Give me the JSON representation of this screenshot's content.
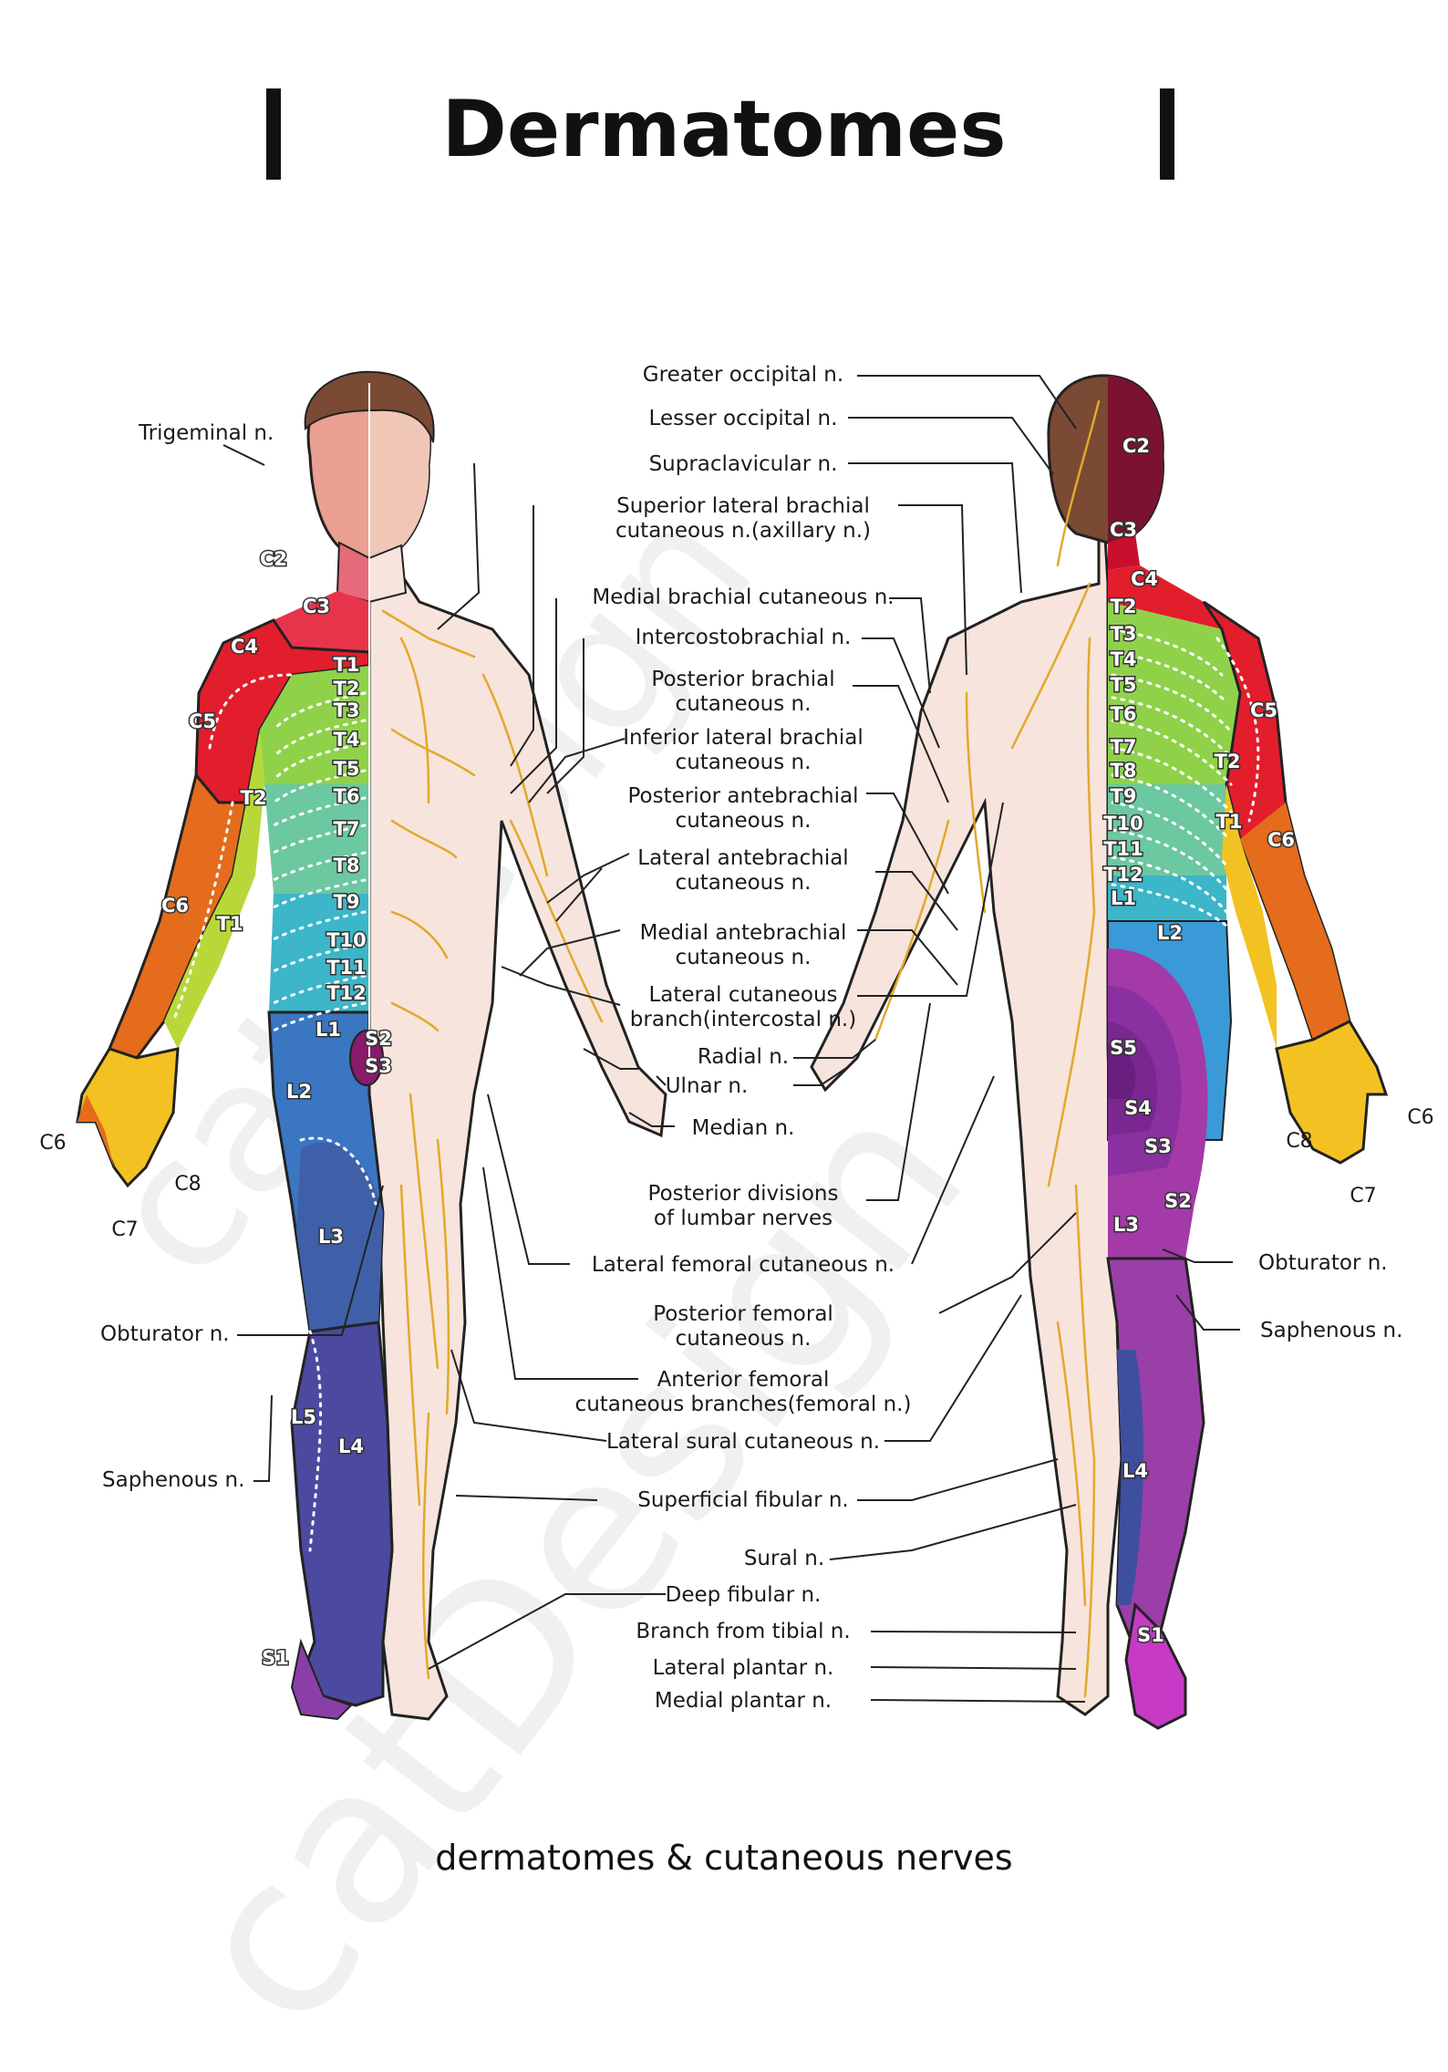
{
  "title": "Dermatomes",
  "subtitle": "dermatomes & cutaneous nerves",
  "watermark": "catDesign",
  "colors": {
    "skin": "#f7e4dc",
    "nerve": "#e2a82c",
    "outline": "#222222"
  },
  "center_labels": [
    {
      "id": "greater-occipital",
      "lines": [
        "Greater occipital n."
      ]
    },
    {
      "id": "lesser-occipital",
      "lines": [
        "Lesser occipital n."
      ]
    },
    {
      "id": "supraclavicular",
      "lines": [
        "Supraclavicular n."
      ]
    },
    {
      "id": "superior-lateral-brachial",
      "lines": [
        "Superior lateral brachial",
        "cutaneous n.(axillary n.)"
      ]
    },
    {
      "id": "medial-brachial",
      "lines": [
        "Medial brachial cutaneous n."
      ]
    },
    {
      "id": "intercostobrachial",
      "lines": [
        "Intercostobrachial n."
      ]
    },
    {
      "id": "posterior-brachial",
      "lines": [
        "Posterior brachial",
        "cutaneous n."
      ]
    },
    {
      "id": "inferior-lateral-brachial",
      "lines": [
        "Inferior lateral brachial",
        "cutaneous n."
      ]
    },
    {
      "id": "posterior-antebrachial",
      "lines": [
        "Posterior antebrachial",
        "cutaneous n."
      ]
    },
    {
      "id": "lateral-antebrachial",
      "lines": [
        "Lateral antebrachial",
        "cutaneous n."
      ]
    },
    {
      "id": "medial-antebrachial",
      "lines": [
        "Medial antebrachial",
        "cutaneous n."
      ]
    },
    {
      "id": "lateral-cutaneous-branch",
      "lines": [
        "Lateral cutaneous",
        "branch(intercostal n.)"
      ]
    },
    {
      "id": "radial",
      "lines": [
        "Radial n."
      ]
    },
    {
      "id": "ulnar",
      "lines": [
        "Ulnar n."
      ]
    },
    {
      "id": "median",
      "lines": [
        "Median n."
      ]
    },
    {
      "id": "posterior-divisions",
      "lines": [
        "Posterior divisions",
        "of lumbar nerves"
      ]
    },
    {
      "id": "lateral-femoral",
      "lines": [
        "Lateral femoral cutaneous n."
      ]
    },
    {
      "id": "posterior-femoral",
      "lines": [
        "Posterior femoral",
        "cutaneous n."
      ]
    },
    {
      "id": "anterior-femoral",
      "lines": [
        "Anterior femoral",
        "cutaneous branches(femoral n.)"
      ]
    },
    {
      "id": "lateral-sural",
      "lines": [
        "Lateral sural cutaneous n."
      ]
    },
    {
      "id": "superficial-fibular",
      "lines": [
        "Superficial fibular n."
      ]
    },
    {
      "id": "sural",
      "lines": [
        "Sural n."
      ]
    },
    {
      "id": "deep-fibular",
      "lines": [
        "Deep fibular n."
      ]
    },
    {
      "id": "branch-tibial",
      "lines": [
        "Branch from tibial n."
      ]
    },
    {
      "id": "lateral-plantar",
      "lines": [
        "Lateral plantar n."
      ]
    },
    {
      "id": "medial-plantar",
      "lines": [
        "Medial plantar n."
      ]
    }
  ],
  "side_labels": [
    {
      "id": "trigeminal",
      "text": "Trigeminal n."
    },
    {
      "id": "obturator-left",
      "text": "Obturator n."
    },
    {
      "id": "saphenous-left",
      "text": "Saphenous n."
    },
    {
      "id": "obturator-right",
      "text": "Obturator n."
    },
    {
      "id": "saphenous-right",
      "text": "Saphenous n."
    }
  ],
  "anterior_dermatomes": [
    {
      "id": "a-c2",
      "text": "C2"
    },
    {
      "id": "a-c3",
      "text": "C3"
    },
    {
      "id": "a-c4",
      "text": "C4"
    },
    {
      "id": "a-c5",
      "text": "C5"
    },
    {
      "id": "a-c6",
      "text": "C6"
    },
    {
      "id": "a-c6h",
      "text": "C6"
    },
    {
      "id": "a-c7",
      "text": "C7"
    },
    {
      "id": "a-c8",
      "text": "C8"
    },
    {
      "id": "a-t1",
      "text": "T1"
    },
    {
      "id": "a-t1arm",
      "text": "T1"
    },
    {
      "id": "a-t2",
      "text": "T2"
    },
    {
      "id": "a-t2arm",
      "text": "T2"
    },
    {
      "id": "a-t3",
      "text": "T3"
    },
    {
      "id": "a-t4",
      "text": "T4"
    },
    {
      "id": "a-t5",
      "text": "T5"
    },
    {
      "id": "a-t6",
      "text": "T6"
    },
    {
      "id": "a-t7",
      "text": "T7"
    },
    {
      "id": "a-t8",
      "text": "T8"
    },
    {
      "id": "a-t9",
      "text": "T9"
    },
    {
      "id": "a-t10",
      "text": "T10"
    },
    {
      "id": "a-t11",
      "text": "T11"
    },
    {
      "id": "a-t12",
      "text": "T12"
    },
    {
      "id": "a-l1",
      "text": "L1"
    },
    {
      "id": "a-l2",
      "text": "L2"
    },
    {
      "id": "a-l3",
      "text": "L3"
    },
    {
      "id": "a-l4",
      "text": "L4"
    },
    {
      "id": "a-l5",
      "text": "L5"
    },
    {
      "id": "a-s1",
      "text": "S1"
    },
    {
      "id": "a-s2",
      "text": "S2"
    },
    {
      "id": "a-s3",
      "text": "S3"
    }
  ],
  "posterior_dermatomes": [
    {
      "id": "p-c2",
      "text": "C2"
    },
    {
      "id": "p-c3",
      "text": "C3"
    },
    {
      "id": "p-c4",
      "text": "C4"
    },
    {
      "id": "p-c5",
      "text": "C5"
    },
    {
      "id": "p-c6",
      "text": "C6"
    },
    {
      "id": "p-c6h",
      "text": "C6"
    },
    {
      "id": "p-c7",
      "text": "C7"
    },
    {
      "id": "p-c8",
      "text": "C8"
    },
    {
      "id": "p-t1arm",
      "text": "T1"
    },
    {
      "id": "p-t2arm",
      "text": "T2"
    },
    {
      "id": "p-t2",
      "text": "T2"
    },
    {
      "id": "p-t3",
      "text": "T3"
    },
    {
      "id": "p-t4",
      "text": "T4"
    },
    {
      "id": "p-t5",
      "text": "T5"
    },
    {
      "id": "p-t6",
      "text": "T6"
    },
    {
      "id": "p-t7",
      "text": "T7"
    },
    {
      "id": "p-t8",
      "text": "T8"
    },
    {
      "id": "p-t9",
      "text": "T9"
    },
    {
      "id": "p-t10",
      "text": "T10"
    },
    {
      "id": "p-t11",
      "text": "T11"
    },
    {
      "id": "p-t12",
      "text": "T12"
    },
    {
      "id": "p-l1",
      "text": "L1"
    },
    {
      "id": "p-l2",
      "text": "L2"
    },
    {
      "id": "p-l3",
      "text": "L3"
    },
    {
      "id": "p-l4",
      "text": "L4"
    },
    {
      "id": "p-s1",
      "text": "S1"
    },
    {
      "id": "p-s2",
      "text": "S2"
    },
    {
      "id": "p-s3",
      "text": "S3"
    },
    {
      "id": "p-s4",
      "text": "S4"
    },
    {
      "id": "p-s5",
      "text": "S5"
    }
  ]
}
